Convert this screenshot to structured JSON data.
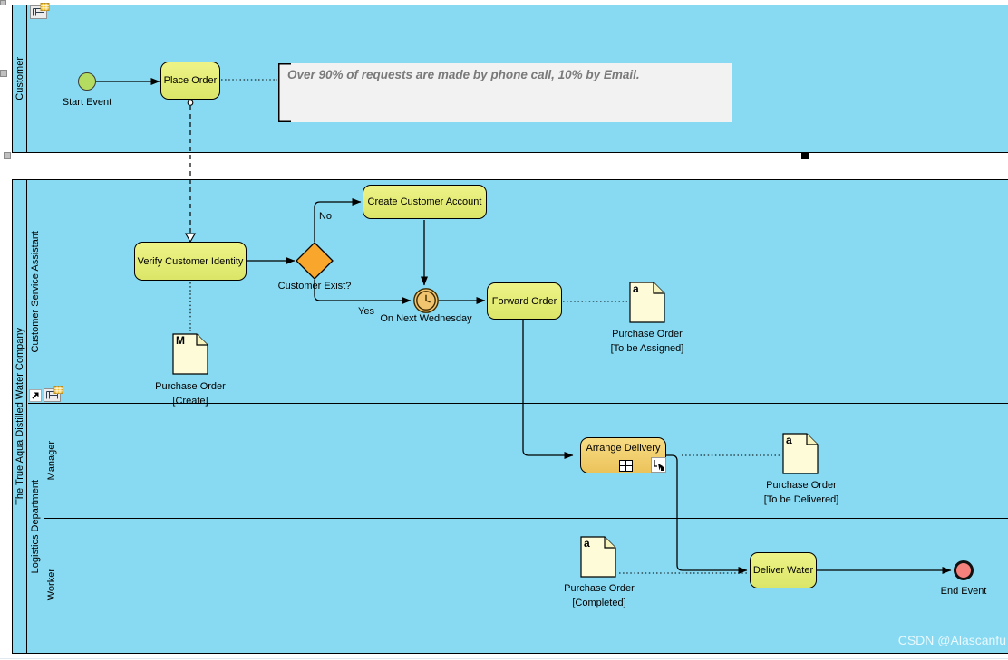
{
  "pools": {
    "customer": {
      "name": "Customer"
    },
    "company": {
      "name": "The True Aqua Distilled Water Company",
      "lanes": {
        "csa": {
          "name": "Customer Service Assistant"
        },
        "logistics": {
          "name": "Logistics Department"
        },
        "manager": {
          "name": "Manager"
        },
        "worker": {
          "name": "Worker"
        }
      }
    }
  },
  "nodes": {
    "start_event": {
      "label": "Start Event"
    },
    "place_order": {
      "label": "Place Order"
    },
    "verify_identity": {
      "label": "Verify Customer Identity"
    },
    "customer_exist": {
      "label": "Customer Exist?"
    },
    "create_account": {
      "label": "Create Customer Account"
    },
    "on_next_wednesday": {
      "label": "On Next Wednesday"
    },
    "forward_order": {
      "label": "Forward Order"
    },
    "arrange_delivery": {
      "label": "Arrange Delivery"
    },
    "deliver_water": {
      "label": "Deliver Water"
    },
    "end_event": {
      "label": "End Event"
    }
  },
  "flows": {
    "yes": "Yes",
    "no": "No"
  },
  "annotation": {
    "text": "Over 90% of requests are made by phone call, 10% by Email."
  },
  "documents": {
    "create": {
      "badge": "M",
      "line1": "Purchase Order",
      "line2": "[Create]"
    },
    "to_be_assigned": {
      "badge": "a",
      "line1": "Purchase Order",
      "line2": "[To be Assigned]"
    },
    "to_be_delivered": {
      "badge": "a",
      "line1": "Purchase Order",
      "line2": "[To be Delivered]"
    },
    "completed": {
      "badge": "a",
      "line1": "Purchase Order",
      "line2": "[Completed]"
    }
  },
  "watermark": "CSDN @Alascanfu",
  "colors": {
    "pool_fill": "#87daf2",
    "task_fill_top": "#eef387",
    "task_fill_bottom": "#dbe668",
    "arrange_fill_top": "#f7dc84",
    "arrange_fill_bottom": "#ecc35b",
    "gateway_fill": "#f9a72c",
    "start_event_fill": "#b3dc61",
    "end_event_fill": "#f4817b",
    "timer_fill": "#f1c46f",
    "document_fill": "#fdfbd8",
    "annotation_fill": "#f2f2f2",
    "annotation_text": "#7a7a7a"
  }
}
